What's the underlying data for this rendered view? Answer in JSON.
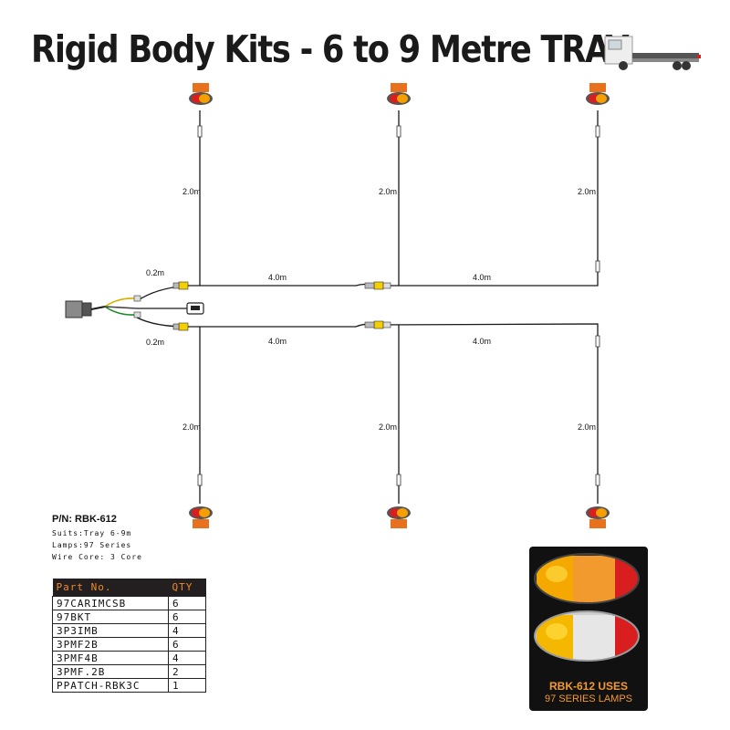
{
  "title": "Rigid Body Kits - 6 to 9 Metre TRAY",
  "labels": {
    "top_vertical": "2.0m",
    "bottom_vertical": "2.0m",
    "top_run": "4.0m",
    "bottom_run": "4.0m",
    "stub": "0.2m"
  },
  "specs": {
    "part_number": "P/N: RBK-612",
    "suits": "Suits:Tray 6-9m",
    "lamps": "Lamps:97 Series",
    "wire_core": "Wire Core: 3 Core"
  },
  "parts_table": {
    "headers": [
      "Part No.",
      "QTY"
    ],
    "rows": [
      [
        "97CARIMCSB",
        "6"
      ],
      [
        "97BKT",
        "6"
      ],
      [
        "3P3IMB",
        "4"
      ],
      [
        "3PMF2B",
        "6"
      ],
      [
        "3PMF4B",
        "4"
      ],
      [
        "3PMF.2B",
        "2"
      ],
      [
        "PPATCH-RBK3C",
        "1"
      ]
    ]
  },
  "promo": {
    "line1": "RBK-612 USES",
    "line2": "97 SERIES LAMPS"
  },
  "colors": {
    "accent_orange": "#f39a2e",
    "lamp_amber": "#f5a000",
    "lamp_red": "#d81e1e",
    "bracket_orange": "#e8711e",
    "wire": "#1a1a1a"
  }
}
